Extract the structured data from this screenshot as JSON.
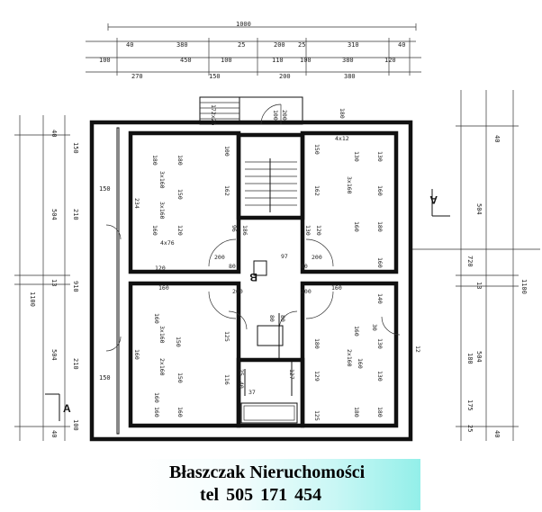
{
  "banner": {
    "agency": "Błaszczak Nieruchomości",
    "phone": "tel  505 171 454"
  },
  "section_marks": {
    "right": "A",
    "left": "A",
    "center": "B"
  },
  "dimensions": {
    "top_row1": [
      "1000"
    ],
    "top_row2": [
      "40",
      "380",
      "25",
      "200",
      "25",
      "310",
      "40"
    ],
    "top_row3": [
      "100",
      "450",
      "100",
      "110",
      "100",
      "380",
      "120"
    ],
    "top_row4": [
      "270",
      "150",
      "200",
      "380"
    ],
    "left_outer": [
      "1100"
    ],
    "left_mid": [
      "40",
      "504",
      "13",
      "504",
      "40"
    ],
    "left_inner": [
      "150",
      "210",
      "910",
      "210",
      "100"
    ],
    "left_window": [
      "150",
      "150"
    ],
    "right_outer": [
      "1100"
    ],
    "right_mid": [
      "40",
      "504",
      "720",
      "13",
      "180",
      "504",
      "175",
      "25",
      "40"
    ],
    "entrance": [
      "100",
      "200"
    ]
  },
  "room_labels": [
    "180",
    "180",
    "150",
    "120",
    "160",
    "100",
    "162",
    "186",
    "96",
    "150",
    "162",
    "130",
    "160",
    "180",
    "130",
    "160",
    "160",
    "130",
    "120",
    "180",
    "200",
    "200",
    "80",
    "80",
    "97",
    "80",
    "140",
    "160",
    "150",
    "130",
    "125",
    "180",
    "129",
    "130",
    "116",
    "125",
    "200",
    "200",
    "80",
    "160",
    "160",
    "160",
    "150",
    "37",
    "127",
    "3x160",
    "3x160",
    "3x160",
    "3x160",
    "2x160",
    "2x160",
    "234",
    "25",
    "40",
    "30",
    "12",
    "4x76",
    "120",
    "160",
    "160",
    "160",
    "180",
    "180",
    "160",
    "160",
    "172x25",
    "4x12"
  ]
}
